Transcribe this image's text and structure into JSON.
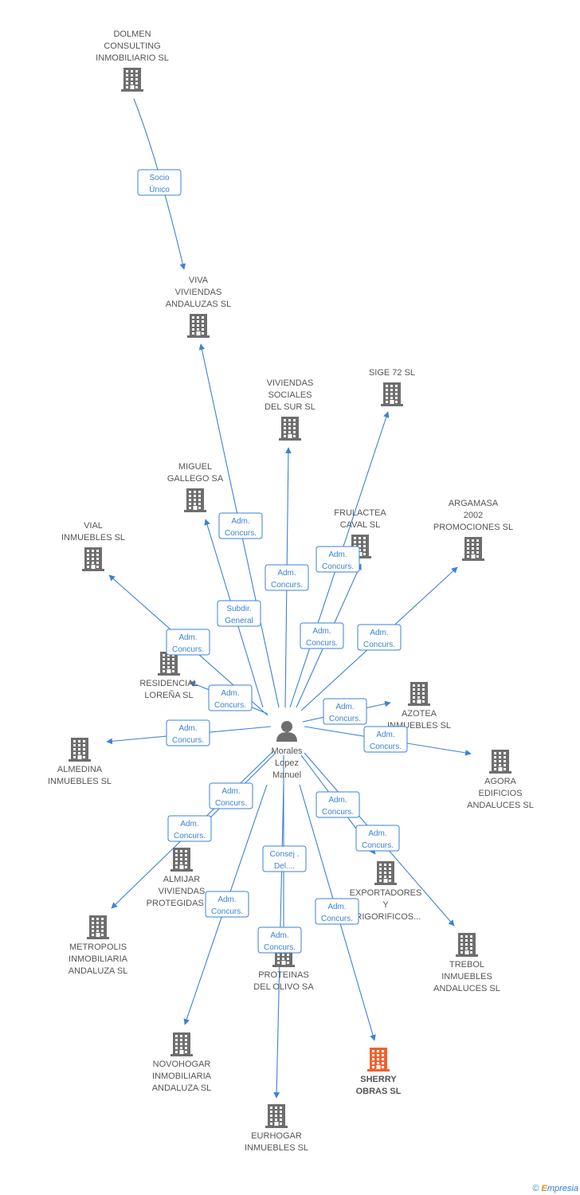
{
  "person": {
    "name_lines": [
      "Morales",
      "Lopez",
      "Manuel"
    ],
    "icon": "person-icon"
  },
  "nodes": [
    {
      "id": "dolmen",
      "lines": [
        "DOLMEN",
        "CONSULTING",
        "INMOBILIARIO SL"
      ],
      "icon": "building-icon"
    },
    {
      "id": "viva",
      "lines": [
        "VIVA",
        "VIVIENDAS",
        "ANDALUZAS SL"
      ],
      "icon": "building-icon"
    },
    {
      "id": "vivsoc",
      "lines": [
        "VIVIENDAS",
        "SOCIALES",
        "DEL SUR SL"
      ],
      "icon": "building-icon"
    },
    {
      "id": "sige",
      "lines": [
        "SIGE 72 SL"
      ],
      "icon": "building-icon"
    },
    {
      "id": "miguel",
      "lines": [
        "MIGUEL",
        "GALLEGO SA"
      ],
      "icon": "building-icon"
    },
    {
      "id": "frulactea",
      "lines": [
        "FRULACTEA",
        "CAVAL SL"
      ],
      "icon": "building-icon"
    },
    {
      "id": "argamasa",
      "lines": [
        "ARGAMASA",
        "2002",
        "PROMOCIONES SL"
      ],
      "icon": "building-icon"
    },
    {
      "id": "vial",
      "lines": [
        "VIAL",
        "INMUEBLES SL"
      ],
      "icon": "building-icon"
    },
    {
      "id": "residencial",
      "lines": [
        "RESIDENCIAL",
        "LOREÑA SL"
      ],
      "icon": "building-icon"
    },
    {
      "id": "azotea",
      "lines": [
        "AZOTEA",
        "INMUEBLES SL"
      ],
      "icon": "building-icon"
    },
    {
      "id": "almedina",
      "lines": [
        "ALMEDINA",
        "INMUEBLES SL"
      ],
      "icon": "building-icon"
    },
    {
      "id": "agora",
      "lines": [
        "AGORA",
        "EDIFICIOS",
        "ANDALUCES SL"
      ],
      "icon": "building-icon"
    },
    {
      "id": "almijar",
      "lines": [
        "ALMIJAR",
        "VIVIENDAS",
        "PROTEGIDAS SL"
      ],
      "icon": "building-icon"
    },
    {
      "id": "exportadores",
      "lines": [
        "EXPORTADORES",
        "Y",
        "FRIGORIFICOS..."
      ],
      "icon": "building-icon"
    },
    {
      "id": "metropolis",
      "lines": [
        "METROPOLIS",
        "INMOBILIARIA",
        "ANDALUZA SL"
      ],
      "icon": "building-icon"
    },
    {
      "id": "trebol",
      "lines": [
        "TREBOL",
        "INMUEBLES",
        "ANDALUCES SL"
      ],
      "icon": "building-icon"
    },
    {
      "id": "proteinas",
      "lines": [
        "PROTEINAS",
        "DEL OLIVO SA"
      ],
      "icon": "building-icon"
    },
    {
      "id": "novohogar",
      "lines": [
        "NOVOHOGAR",
        "INMOBILIARIA",
        "ANDALUZA SL"
      ],
      "icon": "building-icon"
    },
    {
      "id": "sherry",
      "lines": [
        "SHERRY",
        "OBRAS SL"
      ],
      "icon": "building-icon",
      "highlight": true
    },
    {
      "id": "eurhogar",
      "lines": [
        "EURHOGAR",
        "INMUEBLES SL"
      ],
      "icon": "building-icon"
    }
  ],
  "edges": [
    {
      "from": "dolmen",
      "to": "viva",
      "label": [
        "Socio",
        "Único"
      ]
    },
    {
      "from": "person",
      "to": "viva",
      "label": [
        "Adm.",
        "Concurs."
      ]
    },
    {
      "from": "person",
      "to": "vivsoc",
      "label": [
        "Adm.",
        "Concurs."
      ]
    },
    {
      "from": "person",
      "to": "sige",
      "label": [
        "Adm.",
        "Concurs."
      ]
    },
    {
      "from": "person",
      "to": "miguel",
      "label": [
        "Subdir.",
        "General"
      ]
    },
    {
      "from": "person",
      "to": "frulactea",
      "label": [
        "Adm.",
        "Concurs."
      ]
    },
    {
      "from": "person",
      "to": "argamasa",
      "label": [
        "Adm.",
        "Concurs."
      ]
    },
    {
      "from": "person",
      "to": "vial",
      "label": [
        "Adm.",
        "Concurs."
      ]
    },
    {
      "from": "person",
      "to": "residencial",
      "label": [
        "Adm.",
        "Concurs."
      ]
    },
    {
      "from": "person",
      "to": "azotea",
      "label": [
        "Adm.",
        "Concurs."
      ]
    },
    {
      "from": "person",
      "to": "almedina",
      "label": [
        "Adm.",
        "Concurs."
      ]
    },
    {
      "from": "person",
      "to": "agora",
      "label": [
        "Adm.",
        "Concurs."
      ]
    },
    {
      "from": "person",
      "to": "almijar",
      "label": [
        "Adm.",
        "Concurs."
      ]
    },
    {
      "from": "person",
      "to": "exportadores",
      "label": [
        "Adm.",
        "Concurs."
      ]
    },
    {
      "from": "person",
      "to": "metropolis",
      "label": [
        "Adm.",
        "Concurs."
      ]
    },
    {
      "from": "person",
      "to": "trebol",
      "label": [
        "Adm.",
        "Concurs."
      ]
    },
    {
      "from": "person",
      "to": "proteinas",
      "label": [
        "Consej .",
        "Del...."
      ]
    },
    {
      "from": "person",
      "to": "novohogar",
      "label": [
        "Adm.",
        "Concurs."
      ]
    },
    {
      "from": "person",
      "to": "sherry",
      "label": [
        "Adm.",
        "Concurs."
      ]
    },
    {
      "from": "person",
      "to": "eurhogar",
      "label": [
        "Adm.",
        "Concurs."
      ]
    }
  ],
  "colors": {
    "edge": "#3b82d6",
    "building": "#6e6e6e",
    "highlight": "#f0612f",
    "text": "#555555"
  },
  "footer": {
    "copyright": "©",
    "brand_e": "E",
    "brand_rest": "mpresia"
  }
}
